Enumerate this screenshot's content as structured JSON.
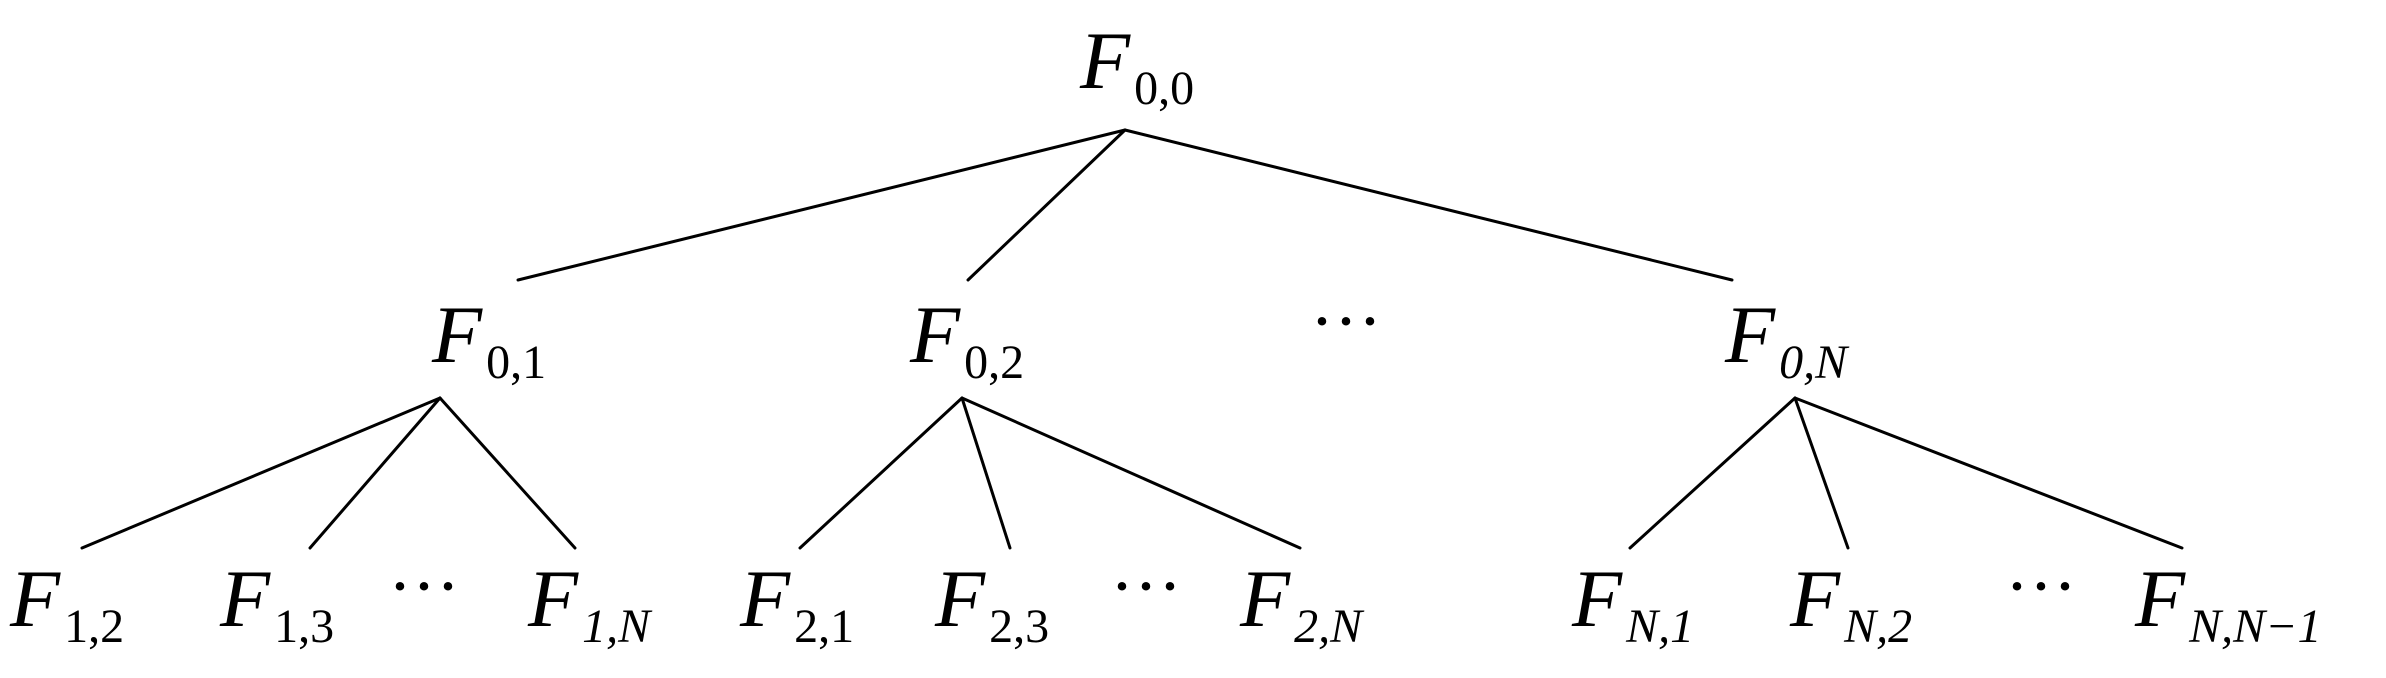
{
  "root": {
    "letter": "F",
    "sub": "0,0"
  },
  "level1": [
    {
      "letter": "F",
      "sub": "0,1"
    },
    {
      "letter": "F",
      "sub": "0,2"
    },
    {
      "ellipsis": "···"
    },
    {
      "letter": "F",
      "sub": "0,N"
    }
  ],
  "level2": [
    {
      "letter": "F",
      "sub": "1,2"
    },
    {
      "letter": "F",
      "sub": "1,3"
    },
    {
      "ellipsis": "···"
    },
    {
      "letter": "F",
      "sub": "1,N"
    },
    {
      "letter": "F",
      "sub": "2,1"
    },
    {
      "letter": "F",
      "sub": "2,3"
    },
    {
      "ellipsis": "···"
    },
    {
      "letter": "F",
      "sub": "2,N"
    },
    {
      "letter": "F",
      "sub": "N,1"
    },
    {
      "letter": "F",
      "sub": "N,2"
    },
    {
      "ellipsis": "···"
    },
    {
      "letter": "F",
      "sub": "N,N−1"
    }
  ]
}
